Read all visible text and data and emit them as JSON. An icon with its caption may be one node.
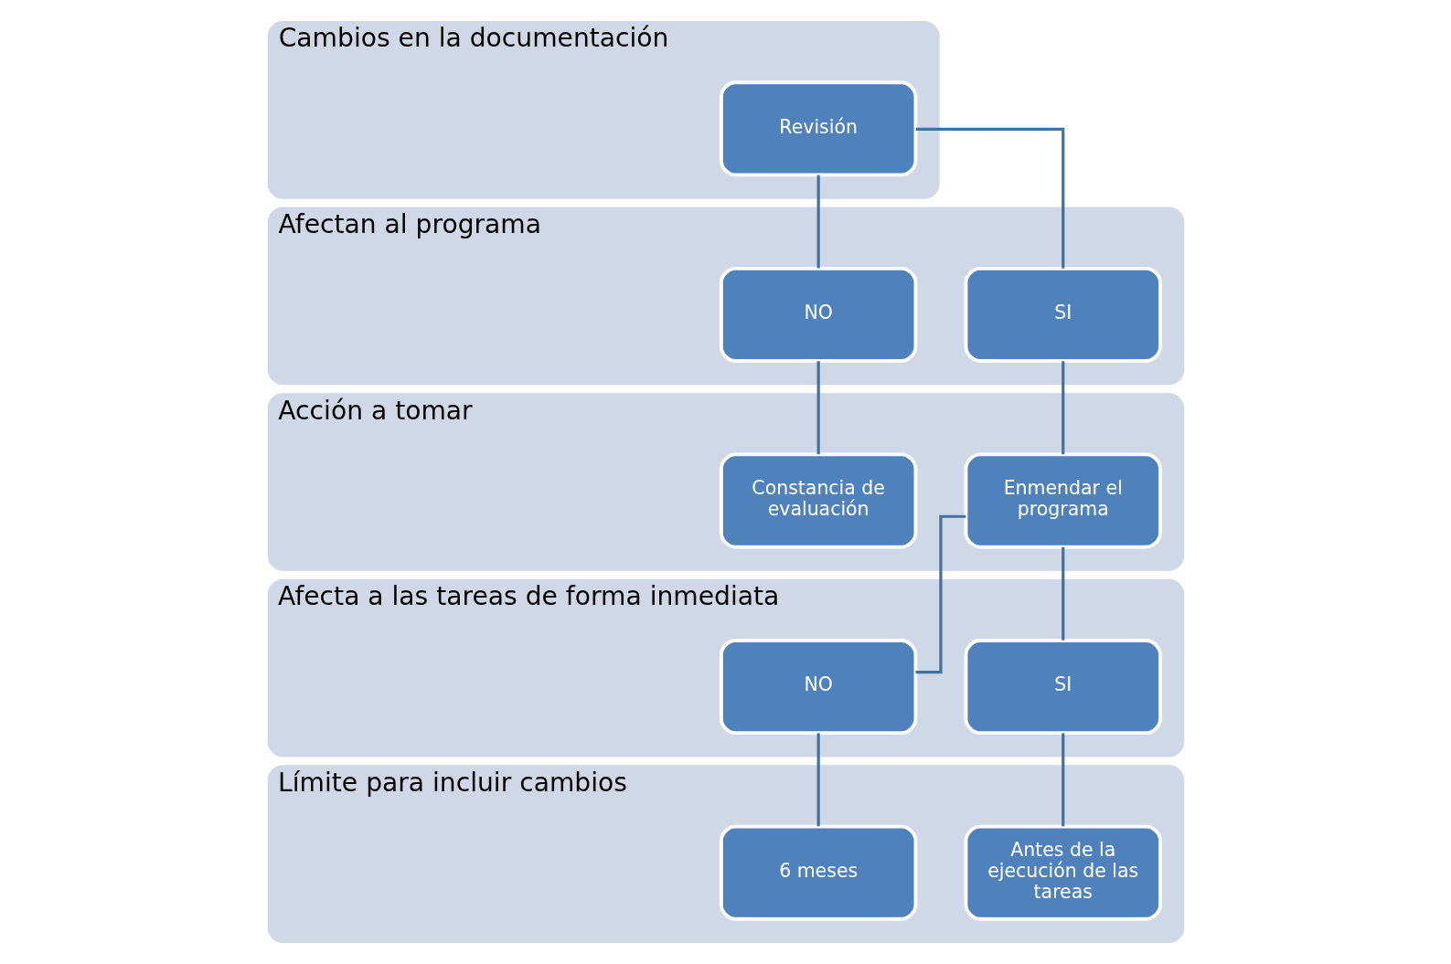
{
  "diagram": {
    "nodes": [
      {
        "text": [
          "Cambios en la documentación"
        ]
      },
      {
        "text": [
          "Revisión"
        ],
        "in": 0
      },
      {
        "text": [
          "Afectan al programa"
        ]
      },
      {
        "text": [
          "NO"
        ],
        "in": 2
      },
      {
        "text": [
          "SI"
        ],
        "in": 2
      },
      {
        "text": [
          "Acción a tomar"
        ]
      },
      {
        "text": [
          "Constancia de evaluación"
        ],
        "in": 5
      },
      {
        "text": [
          "Enmendar el programa"
        ],
        "in": 5
      },
      {
        "text": [
          "Afecta a las tareas de forma inmediata"
        ]
      },
      {
        "text": [
          "NO"
        ],
        "in": 8
      },
      {
        "text": [
          "SI"
        ],
        "in": 8
      },
      {
        "text": [
          "Límite para incluir cambios"
        ]
      },
      {
        "text": [
          "6 meses"
        ],
        "in": 11
      },
      {
        "text": [
          "Antes de la ejecución de las tareas"
        ],
        "in": 11
      }
    ],
    "edges": [
      {
        "from": 1,
        "to": 3,
        "arrow": "none"
      },
      {
        "from": 1,
        "to": 4,
        "arrow": "none"
      },
      {
        "from": 3,
        "to": 6,
        "arrow": "none"
      },
      {
        "from": 4,
        "to": 7,
        "arrow": "none"
      },
      {
        "from": 7,
        "to": 9,
        "arrow": "none"
      },
      {
        "from": 7,
        "to": 10,
        "arrow": "none"
      },
      {
        "from": 9,
        "to": 12,
        "arrow": "none"
      },
      {
        "from": 10,
        "to": 13,
        "arrow": "none"
      }
    ]
  }
}
